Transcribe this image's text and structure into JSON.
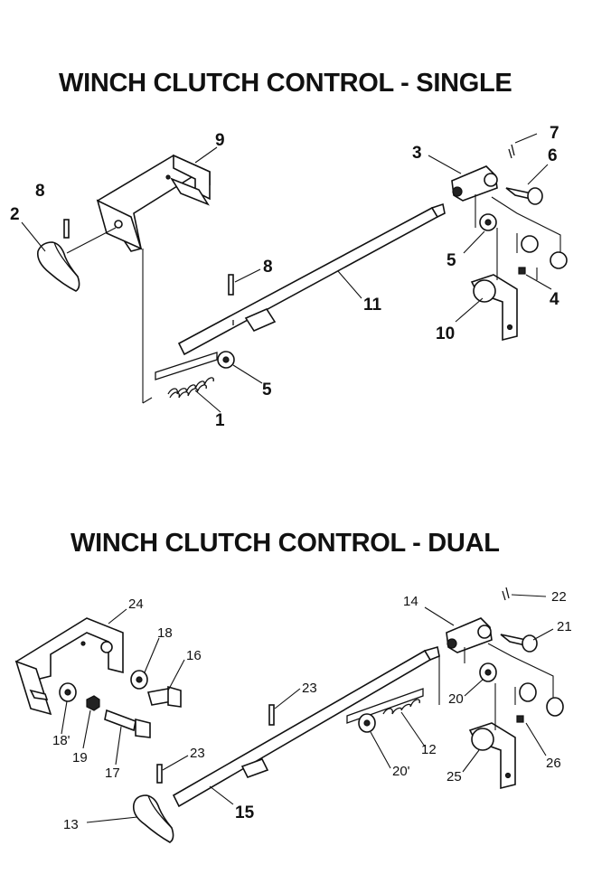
{
  "titles": {
    "single": "WINCH CLUTCH CONTROL - SINGLE",
    "dual": "WINCH CLUTCH CONTROL - DUAL"
  },
  "single_callouts": [
    "7",
    "3",
    "6",
    "9",
    "8",
    "2",
    "5",
    "4",
    "8",
    "11",
    "10",
    "5",
    "1"
  ],
  "dual_callouts": [
    "22",
    "14",
    "24",
    "21",
    "18",
    "16",
    "23",
    "20",
    "18'",
    "19",
    "17",
    "12",
    "23",
    "20'",
    "26",
    "25",
    "15",
    "13"
  ]
}
